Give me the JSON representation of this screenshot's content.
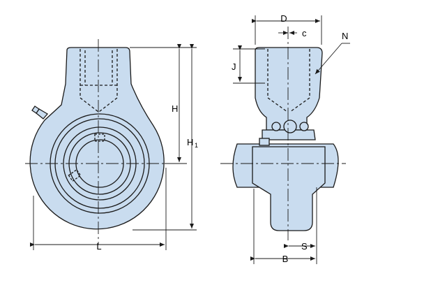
{
  "colors": {
    "fill": "#c9dcef",
    "line": "#1a1a1a",
    "background": "#ffffff"
  },
  "labels": {
    "D": "D",
    "c": "c",
    "N": "N",
    "J": "J",
    "H": "H",
    "H1_main": "H",
    "H1_sub": "1",
    "L": "L",
    "S": "S",
    "B": "B"
  }
}
